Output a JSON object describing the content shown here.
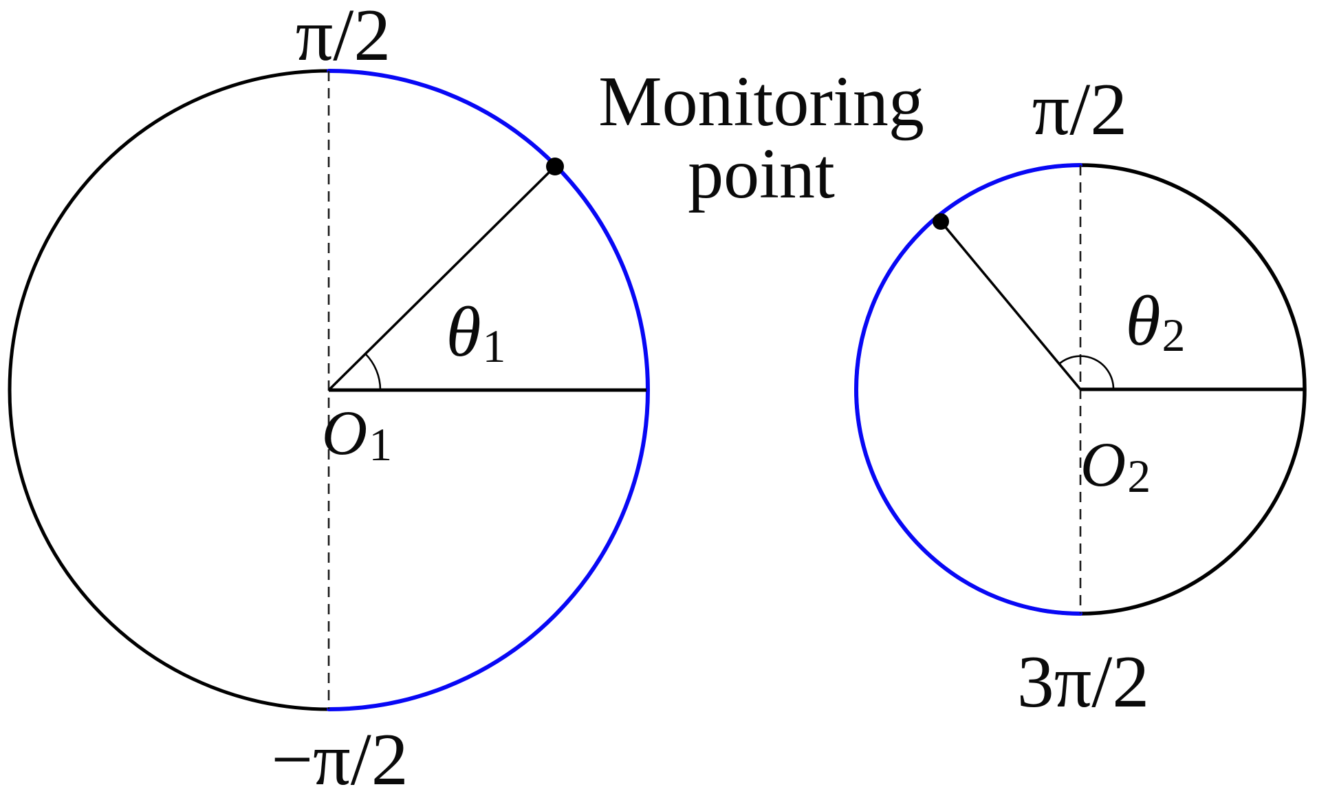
{
  "colors": {
    "highlight": "#0808f5",
    "stroke": "#000000"
  },
  "annotation": {
    "line1": "Monitoring",
    "line2": "point"
  },
  "left": {
    "top_label": "π/2",
    "bottom_label": "−π/2",
    "center_label": {
      "base": "O",
      "sub": "1"
    },
    "angle_label": {
      "base": "θ",
      "sub": "1"
    }
  },
  "right": {
    "top_label": "π/2",
    "bottom_label": "3π/2",
    "center_label": {
      "base": "O",
      "sub": "2"
    },
    "angle_label": {
      "base": "θ",
      "sub": "2"
    }
  }
}
